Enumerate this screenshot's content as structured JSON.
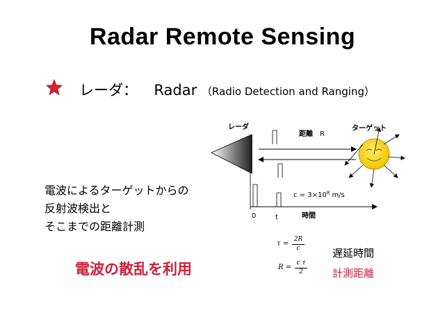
{
  "slide": {
    "title": "Radar Remote Sensing",
    "bullet": {
      "icon": "star-icon",
      "icon_color": "#d8242f",
      "jp": "レーダ：",
      "en": "Radar",
      "sub": "（Radio Detection and Ranging）"
    },
    "description": [
      "電波によるターゲットからの",
      "反射波検出と",
      "そこまでの距離計測"
    ],
    "emphasis": "電波の散乱を利用",
    "emphasis_color": "#cc1f3a",
    "diagram": {
      "radar_label": "レーダ",
      "distance_label": "距離",
      "distance_var": "R",
      "target_label": "ターゲット",
      "speed": "c = 3×10",
      "speed_exp": "8",
      "speed_unit": " m/s",
      "axis_zero": "0",
      "axis_t": "t",
      "axis_time": "時間"
    },
    "formulas": {
      "tau_lhs": "τ =",
      "tau_num": "2R",
      "tau_den": "c",
      "r_lhs": "R =",
      "r_num": "c τ",
      "r_den": "2"
    },
    "labels": {
      "delay": "遅延時間",
      "distance": "計測距離",
      "distance_color": "#cc1f3a"
    }
  }
}
